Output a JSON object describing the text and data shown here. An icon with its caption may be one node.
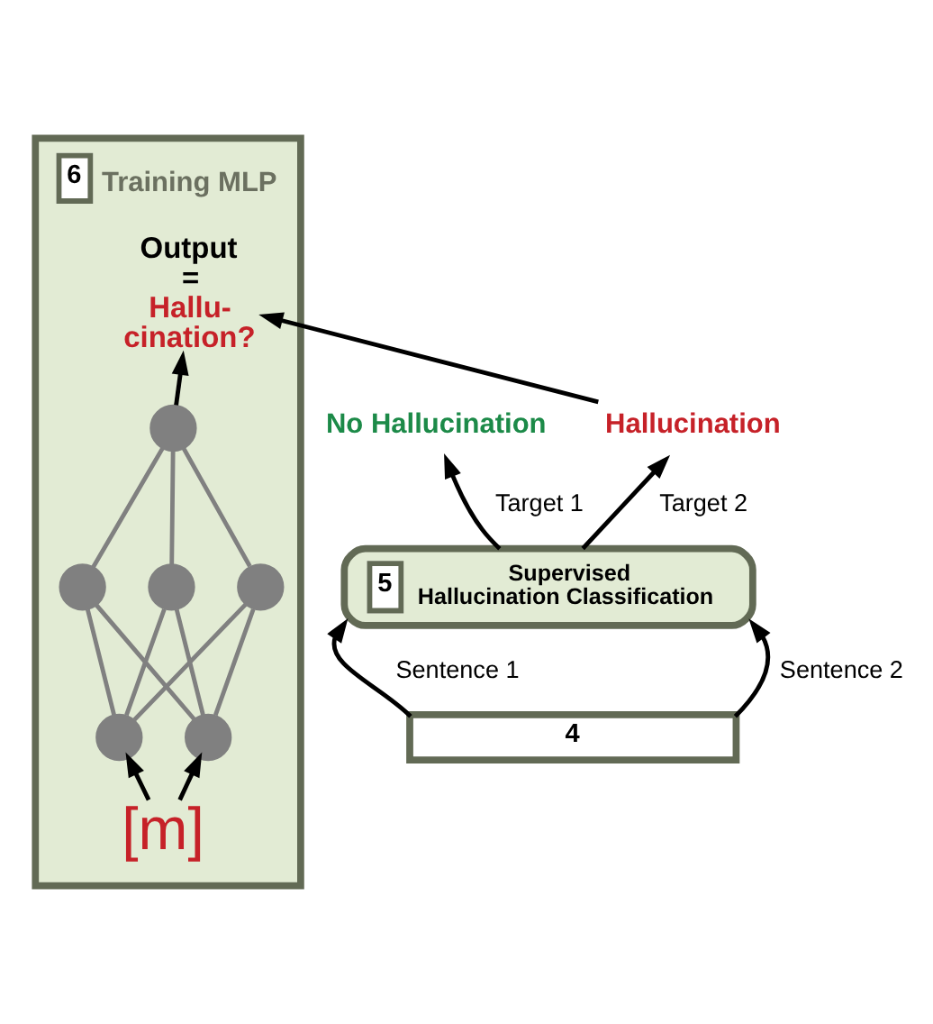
{
  "diagram": {
    "nodes": [
      {
        "text": [
          "6",
          "Training MLP"
        ]
      },
      {
        "text": [
          "[m]"
        ],
        "in": 0
      },
      {
        "text": [],
        "shape": "circle",
        "in": 0
      },
      {
        "text": [],
        "shape": "circle",
        "in": 0
      },
      {
        "text": [],
        "shape": "circle",
        "in": 0
      },
      {
        "text": [],
        "shape": "circle",
        "in": 0
      },
      {
        "text": [],
        "shape": "circle",
        "in": 0
      },
      {
        "text": [],
        "shape": "circle",
        "in": 0
      },
      {
        "text": [
          "Output =",
          "Hallu- cination?"
        ],
        "in": 0
      },
      {
        "text": [
          "No Hallucination"
        ]
      },
      {
        "text": [
          "Hallucination"
        ]
      },
      {
        "text": [
          "5",
          "Supervised Hallucination Classification"
        ]
      },
      {
        "text": [
          "4"
        ]
      }
    ],
    "edges": [
      {
        "from": 1,
        "to": 2,
        "arrow": "to",
        "color": "#000000"
      },
      {
        "from": 1,
        "to": 3,
        "arrow": "to",
        "color": "#000000"
      },
      {
        "from": 2,
        "to": 4,
        "arrow": "none"
      },
      {
        "from": 2,
        "to": 5,
        "arrow": "none"
      },
      {
        "from": 2,
        "to": 6,
        "arrow": "none"
      },
      {
        "from": 3,
        "to": 4,
        "arrow": "none"
      },
      {
        "from": 3,
        "to": 5,
        "arrow": "none"
      },
      {
        "from": 3,
        "to": 6,
        "arrow": "none"
      },
      {
        "from": 4,
        "to": 7,
        "arrow": "none"
      },
      {
        "from": 5,
        "to": 7,
        "arrow": "none"
      },
      {
        "from": 6,
        "to": 7,
        "arrow": "none"
      },
      {
        "from": 7,
        "to": 8,
        "arrow": "to",
        "color": "#000000"
      },
      {
        "from": 10,
        "to": 8,
        "arrow": "to",
        "color": "#000000"
      },
      {
        "from": 11,
        "to": 9,
        "arrow": "to",
        "label": "Target 1",
        "color": "#000000"
      },
      {
        "from": 11,
        "to": 10,
        "arrow": "to",
        "label": "Target 2",
        "color": "#000000"
      },
      {
        "from": 12,
        "to": 11,
        "arrow": "to",
        "label": "Sentence 1",
        "color": "#000000"
      },
      {
        "from": 12,
        "to": 11,
        "arrow": "to",
        "label": "Sentence 2",
        "color": "#000000"
      }
    ]
  }
}
